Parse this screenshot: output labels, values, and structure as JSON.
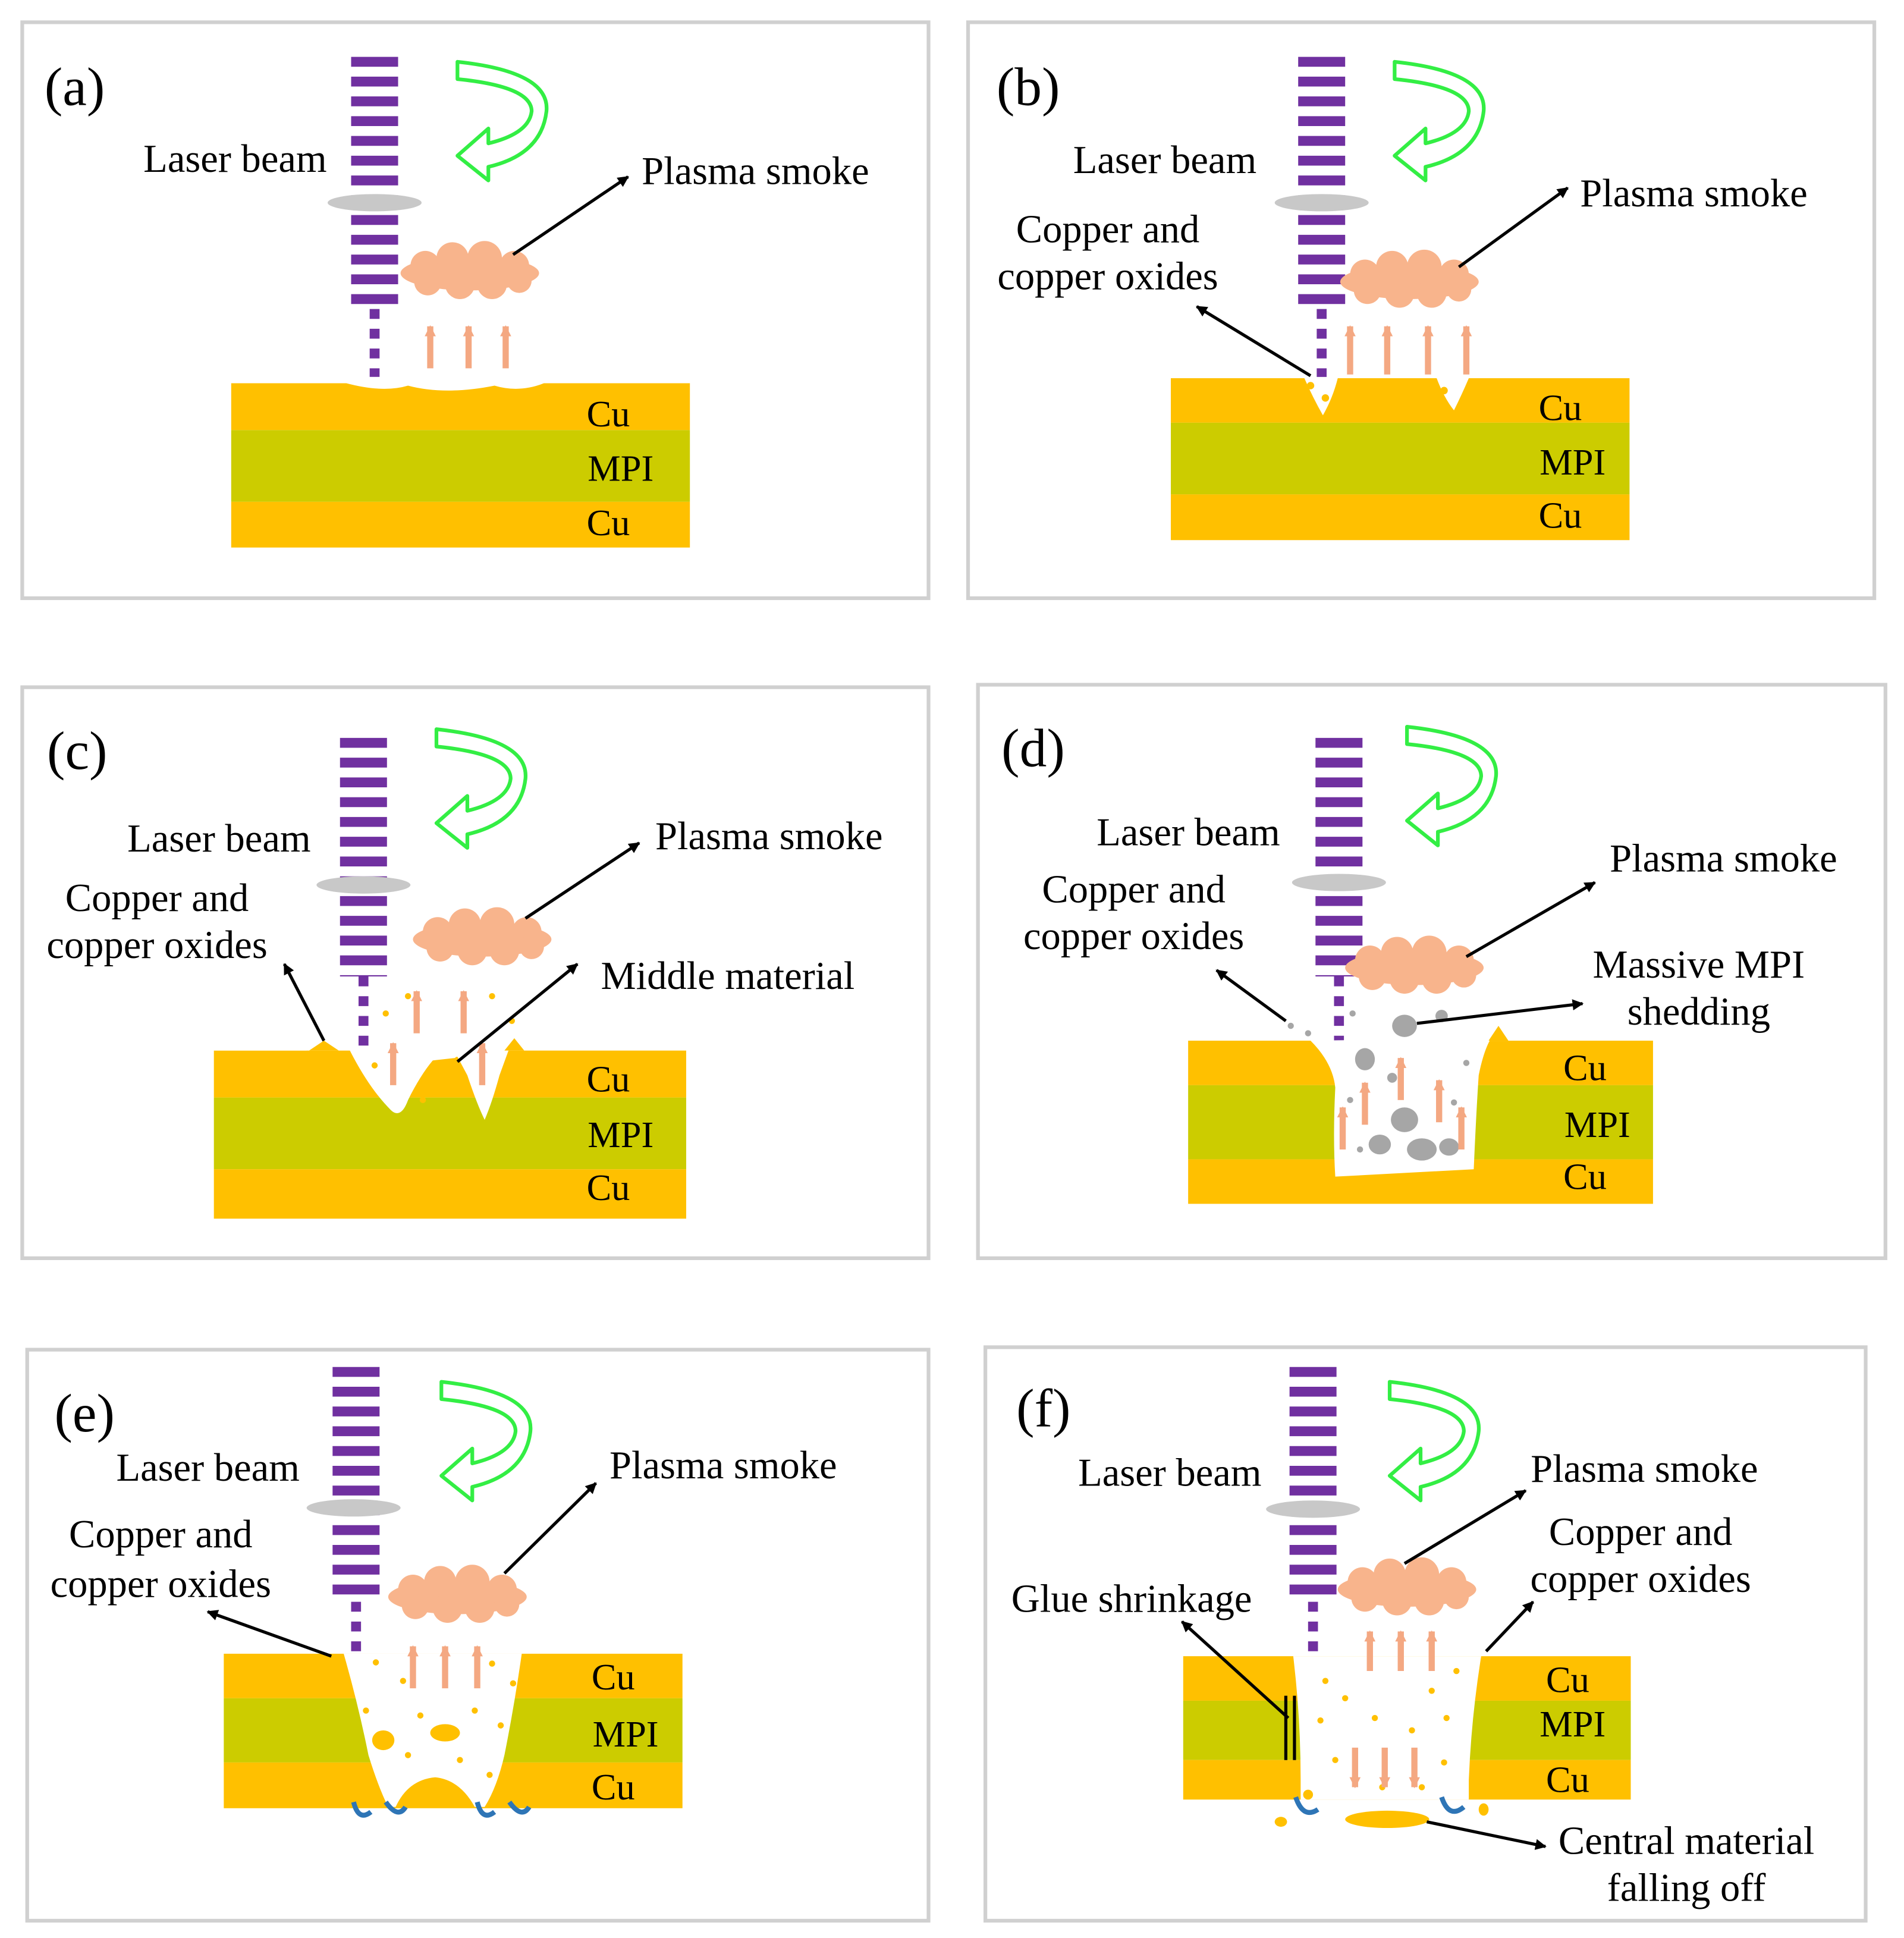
{
  "colors": {
    "copper": "#FFC000",
    "mpi": "#CCCC00",
    "laser": "#7030A0",
    "smoke": "#F8B48C",
    "flow_arrow": "#F4A882",
    "rotation": "#33EE44",
    "debris": "#A6A6A6",
    "swirl": "#2E75B6",
    "frame": "#D0D0D0",
    "lens": "#C8C8C8"
  },
  "icons": {
    "rotation": "rotation-arrow-icon",
    "lens": "focusing-lens-icon",
    "smoke": "plasma-cloud-icon",
    "swirl": "swirl-arrow-icon"
  },
  "panels": [
    {
      "id": "a",
      "label": "(a)",
      "layers": [
        "Cu",
        "MPI",
        "Cu"
      ],
      "annotations": {
        "laser": "Laser beam",
        "smoke": "Plasma smoke"
      }
    },
    {
      "id": "b",
      "label": "(b)",
      "layers": [
        "Cu",
        "MPI",
        "Cu"
      ],
      "annotations": {
        "laser": "Laser beam",
        "smoke": "Plasma smoke",
        "oxides_1": "Copper and",
        "oxides_2": "copper oxides"
      }
    },
    {
      "id": "c",
      "label": "(c)",
      "layers": [
        "Cu",
        "MPI",
        "Cu"
      ],
      "annotations": {
        "laser": "Laser beam",
        "smoke": "Plasma smoke",
        "oxides_1": "Copper and",
        "oxides_2": "copper oxides",
        "middle": "Middle material"
      }
    },
    {
      "id": "d",
      "label": "(d)",
      "layers": [
        "Cu",
        "MPI",
        "Cu"
      ],
      "annotations": {
        "laser": "Laser beam",
        "smoke": "Plasma smoke",
        "oxides_1": "Copper and",
        "oxides_2": "copper oxides",
        "shedding_1": "Massive MPI",
        "shedding_2": "shedding"
      }
    },
    {
      "id": "e",
      "label": "(e)",
      "layers": [
        "Cu",
        "MPI",
        "Cu"
      ],
      "annotations": {
        "laser": "Laser beam",
        "smoke": "Plasma smoke",
        "oxides_1": "Copper and",
        "oxides_2": "copper oxides"
      }
    },
    {
      "id": "f",
      "label": "(f)",
      "layers": [
        "Cu",
        "MPI",
        "Cu"
      ],
      "annotations": {
        "laser": "Laser beam",
        "smoke": "Plasma smoke",
        "oxides_1": "Copper and",
        "oxides_2": "copper oxides",
        "glue": "Glue shrinkage",
        "central_1": "Central material",
        "central_2": "falling off"
      }
    }
  ]
}
